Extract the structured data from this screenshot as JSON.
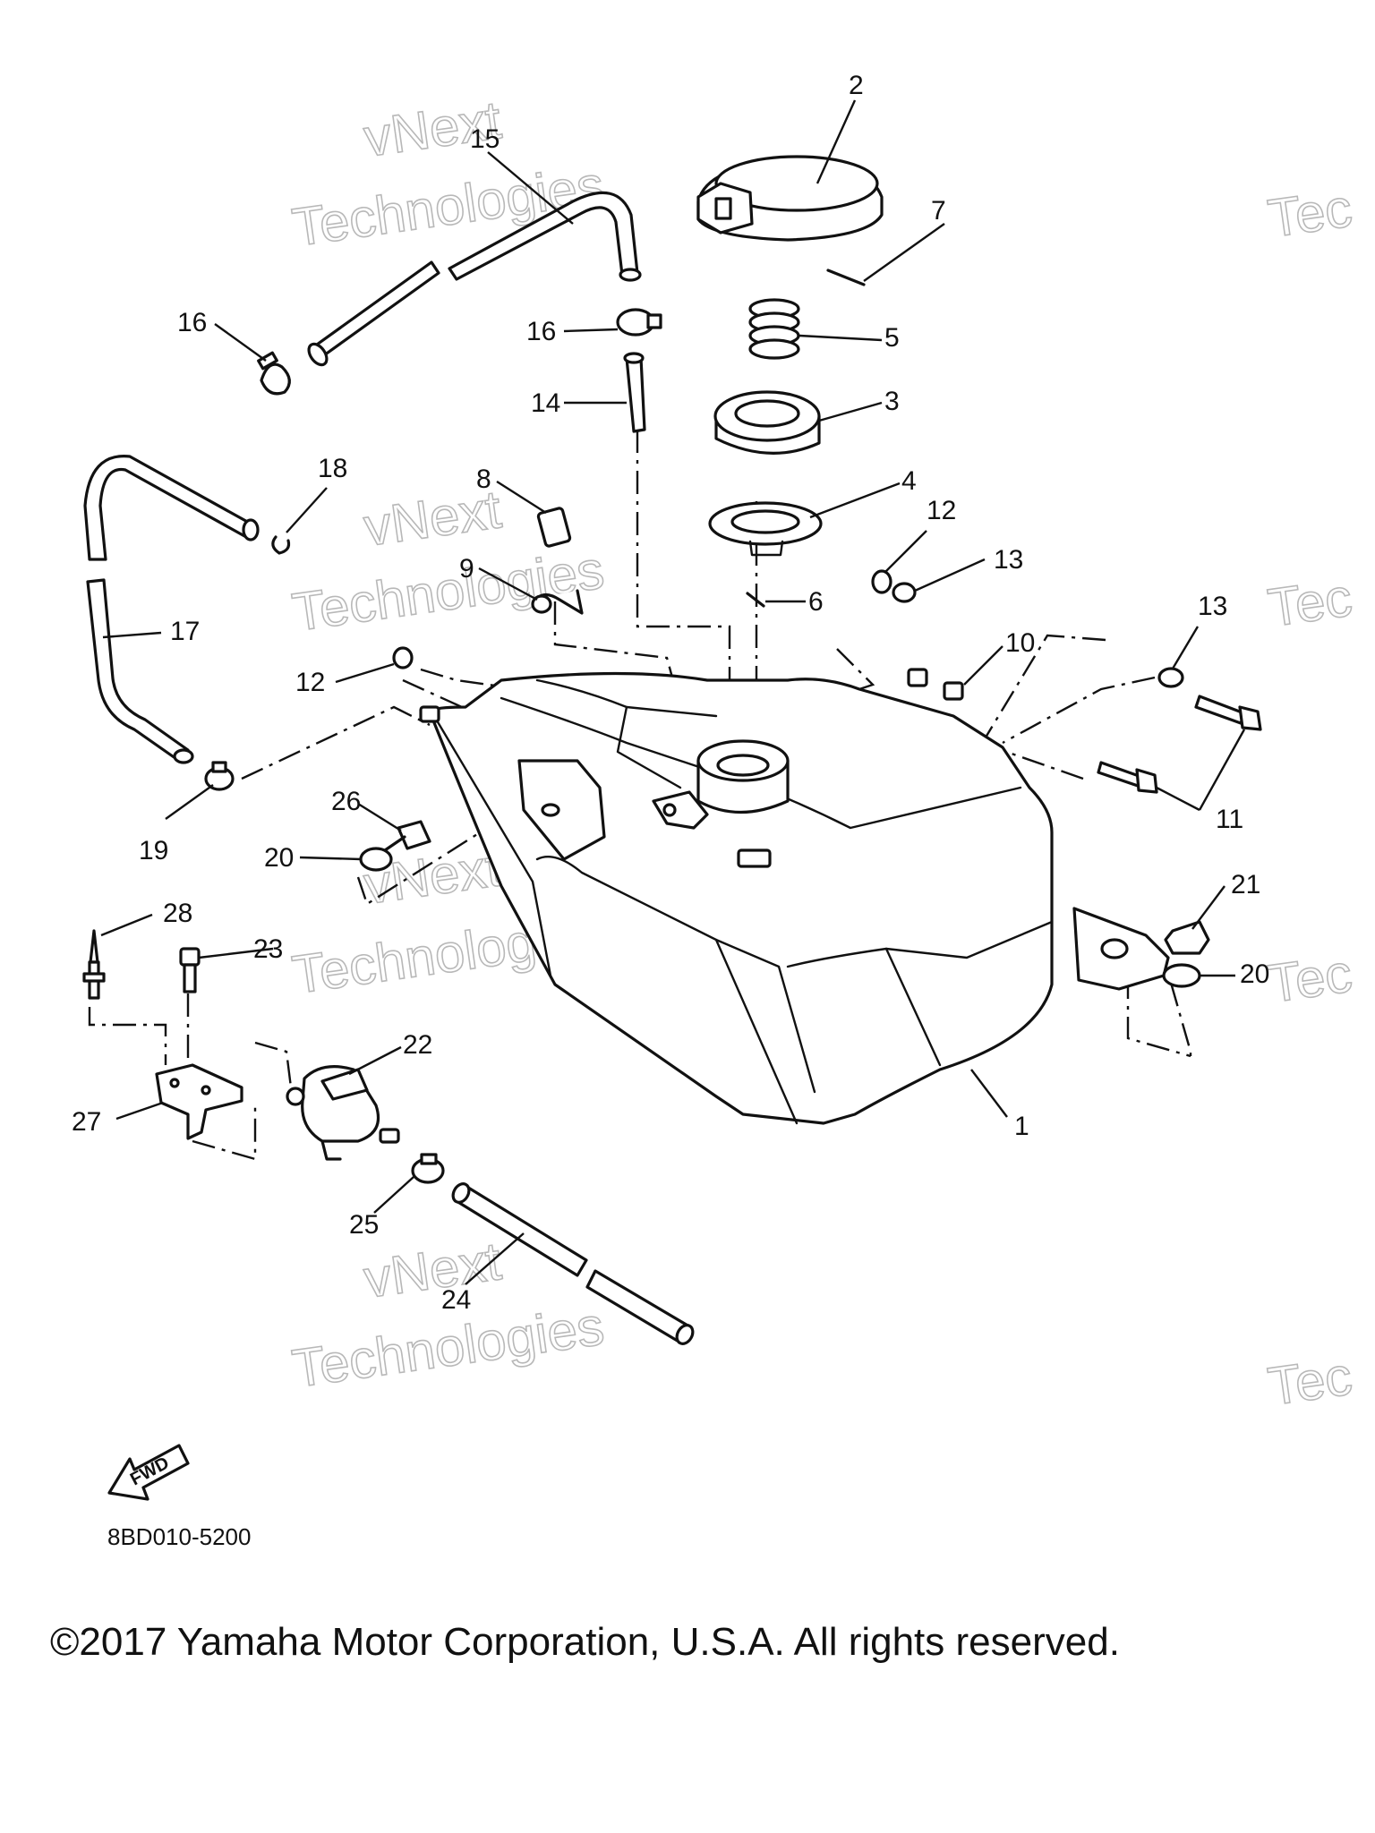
{
  "diagram": {
    "code": "8BD010-5200",
    "copyright": "©2017 Yamaha Motor Corporation, U.S.A. All rights reserved.",
    "direction_label": "FWD",
    "watermark": {
      "line1": "vNext",
      "line2": "Technologies",
      "edge": "Tec"
    },
    "callouts": {
      "c1": "1",
      "c2": "2",
      "c3": "3",
      "c4": "4",
      "c5": "5",
      "c6": "6",
      "c7": "7",
      "c8": "8",
      "c9": "9",
      "c10": "10",
      "c11": "11",
      "c12a": "12",
      "c12b": "12",
      "c13a": "13",
      "c13b": "13",
      "c14": "14",
      "c15": "15",
      "c16a": "16",
      "c16b": "16",
      "c17": "17",
      "c18": "18",
      "c19": "19",
      "c20a": "20",
      "c20b": "20",
      "c21": "21",
      "c22": "22",
      "c23": "23",
      "c24": "24",
      "c25": "25",
      "c26": "26",
      "c27": "27",
      "c28": "28"
    }
  }
}
